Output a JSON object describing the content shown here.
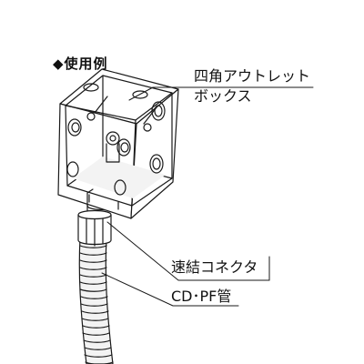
{
  "heading": {
    "marker": "◆",
    "text": "使用例"
  },
  "labels": {
    "outlet_box_line1": "四角アウトレット",
    "outlet_box_line2": "ボックス",
    "connector": "速結コネクタ",
    "tube": "CD･PF管"
  },
  "colors": {
    "line": "#1a1a1a",
    "fill": "#ffffff",
    "shade": "#f3f3f3"
  }
}
